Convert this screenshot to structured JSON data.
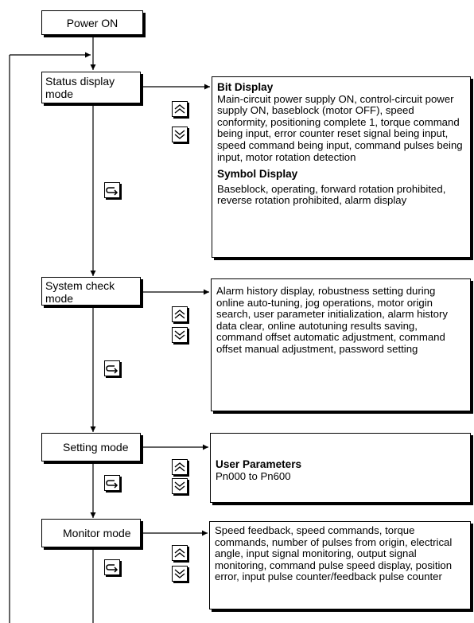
{
  "modes": {
    "power_on": "Power ON",
    "status_display": "Status display mode",
    "system_check": "System check mode",
    "setting": "Setting mode",
    "monitor": "Monitor mode"
  },
  "info": {
    "status": {
      "bit_title": "Bit Display",
      "bit_text": "Main-circuit power supply ON, control-circuit power supply ON, baseblock (motor OFF), speed conformity, positioning complete 1, torque command being input, error counter reset signal being input, speed command being input, command pulses being input, motor rotation detection",
      "symbol_title": "Symbol Display",
      "symbol_text": "Baseblock, operating, forward rotation prohibited, reverse rotation prohibited, alarm display"
    },
    "system_check": {
      "text": "Alarm history display, robustness setting during online auto-tuning, jog operations, motor origin search, user parameter initialization, alarm history data clear, online autotuning results saving, command offset automatic adjustment, command offset manual adjustment, password setting"
    },
    "setting": {
      "title": "User Parameters",
      "text": "Pn000 to Pn600"
    },
    "monitor": {
      "text": "Speed feedback, speed commands, torque commands, number of pulses from origin, electrical angle, input signal monitoring, output signal monitoring, command pulse speed display, position error, input pulse counter/feedback pulse counter"
    }
  },
  "icons": {
    "up_key": "double-chevron-up-icon",
    "down_key": "double-chevron-down-icon",
    "mode_key": "return-arrow-icon"
  }
}
